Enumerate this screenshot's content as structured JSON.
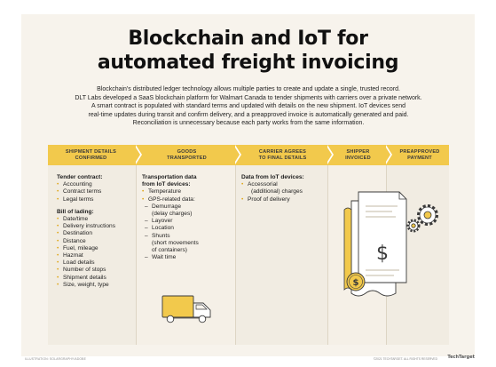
{
  "title_line1": "Blockchain and IoT for",
  "title_line2": "automated freight invoicing",
  "intro": {
    "line1": "Blockchain's distributed ledger technology allows multiple parties to create and update a single, trusted record.",
    "line2": "DLT Labs developed a SaaS blockchain platform for Walmart Canada to tender shipments with carriers over a private network.",
    "line3": "A smart contract is populated with standard terms and updated with details on the new shipment. IoT devices send",
    "line4": "real-time updates during transit and confirm delivery, and a preapproved invoice is automatically generated and paid.",
    "line5": "Reconciliation is unnecessary because each party works from the same information."
  },
  "columns": [
    {
      "line1": "SHIPMENT DETAILS",
      "line2": "CONFIRMED"
    },
    {
      "line1": "GOODS",
      "line2": "TRANSPORTED"
    },
    {
      "line1": "CARRIER AGREES",
      "line2": "TO FINAL DETAILS"
    },
    {
      "line1": "SHIPPER",
      "line2": "INVOICED"
    },
    {
      "line1": "PREAPPROVED",
      "line2": "PAYMENT"
    }
  ],
  "col1": {
    "tender_head": "Tender contract:",
    "tender": [
      "Accounting",
      "Contract terms",
      "Legal terms"
    ],
    "bill_head": "Bill of lading:",
    "bill": [
      "Date/time",
      "Delivery instructions",
      "Destination",
      "Distance",
      "Fuel, mileage",
      "Hazmat",
      "Load details",
      "Number of stops",
      "Shipment details",
      "Size, weight, type"
    ]
  },
  "col2": {
    "head1": "Transportation data",
    "head2": "from IoT devices:",
    "temperature": "Temperature",
    "gps": "GPS-related data:",
    "demurrage": "Demurrage",
    "demurrage_note": "(delay charges)",
    "layover": "Layover",
    "location": "Location",
    "shunts": "Shunts",
    "shunts_note1": "(short movements",
    "shunts_note2": "of containers)",
    "wait": "Wait time"
  },
  "col3": {
    "head": "Data from IoT devices:",
    "accessorial": "Accessorial",
    "accessorial_note": "(additional) charges",
    "proof": "Proof of delivery"
  },
  "footer": {
    "credit_left": "ILLUSTRATION: SOLARGRAPHY/ADOBE",
    "credit_right": "©2021 TECHTARGET. ALL RIGHTS RESERVED",
    "brand": "TechTarget"
  },
  "colors": {
    "accent": "#f2c94c",
    "background": "#f7f3ec",
    "column_bg": "#f1ece2"
  },
  "icons": [
    "truck-icon",
    "invoice-document-icon",
    "dollar-coin-icon",
    "gear-icon"
  ]
}
